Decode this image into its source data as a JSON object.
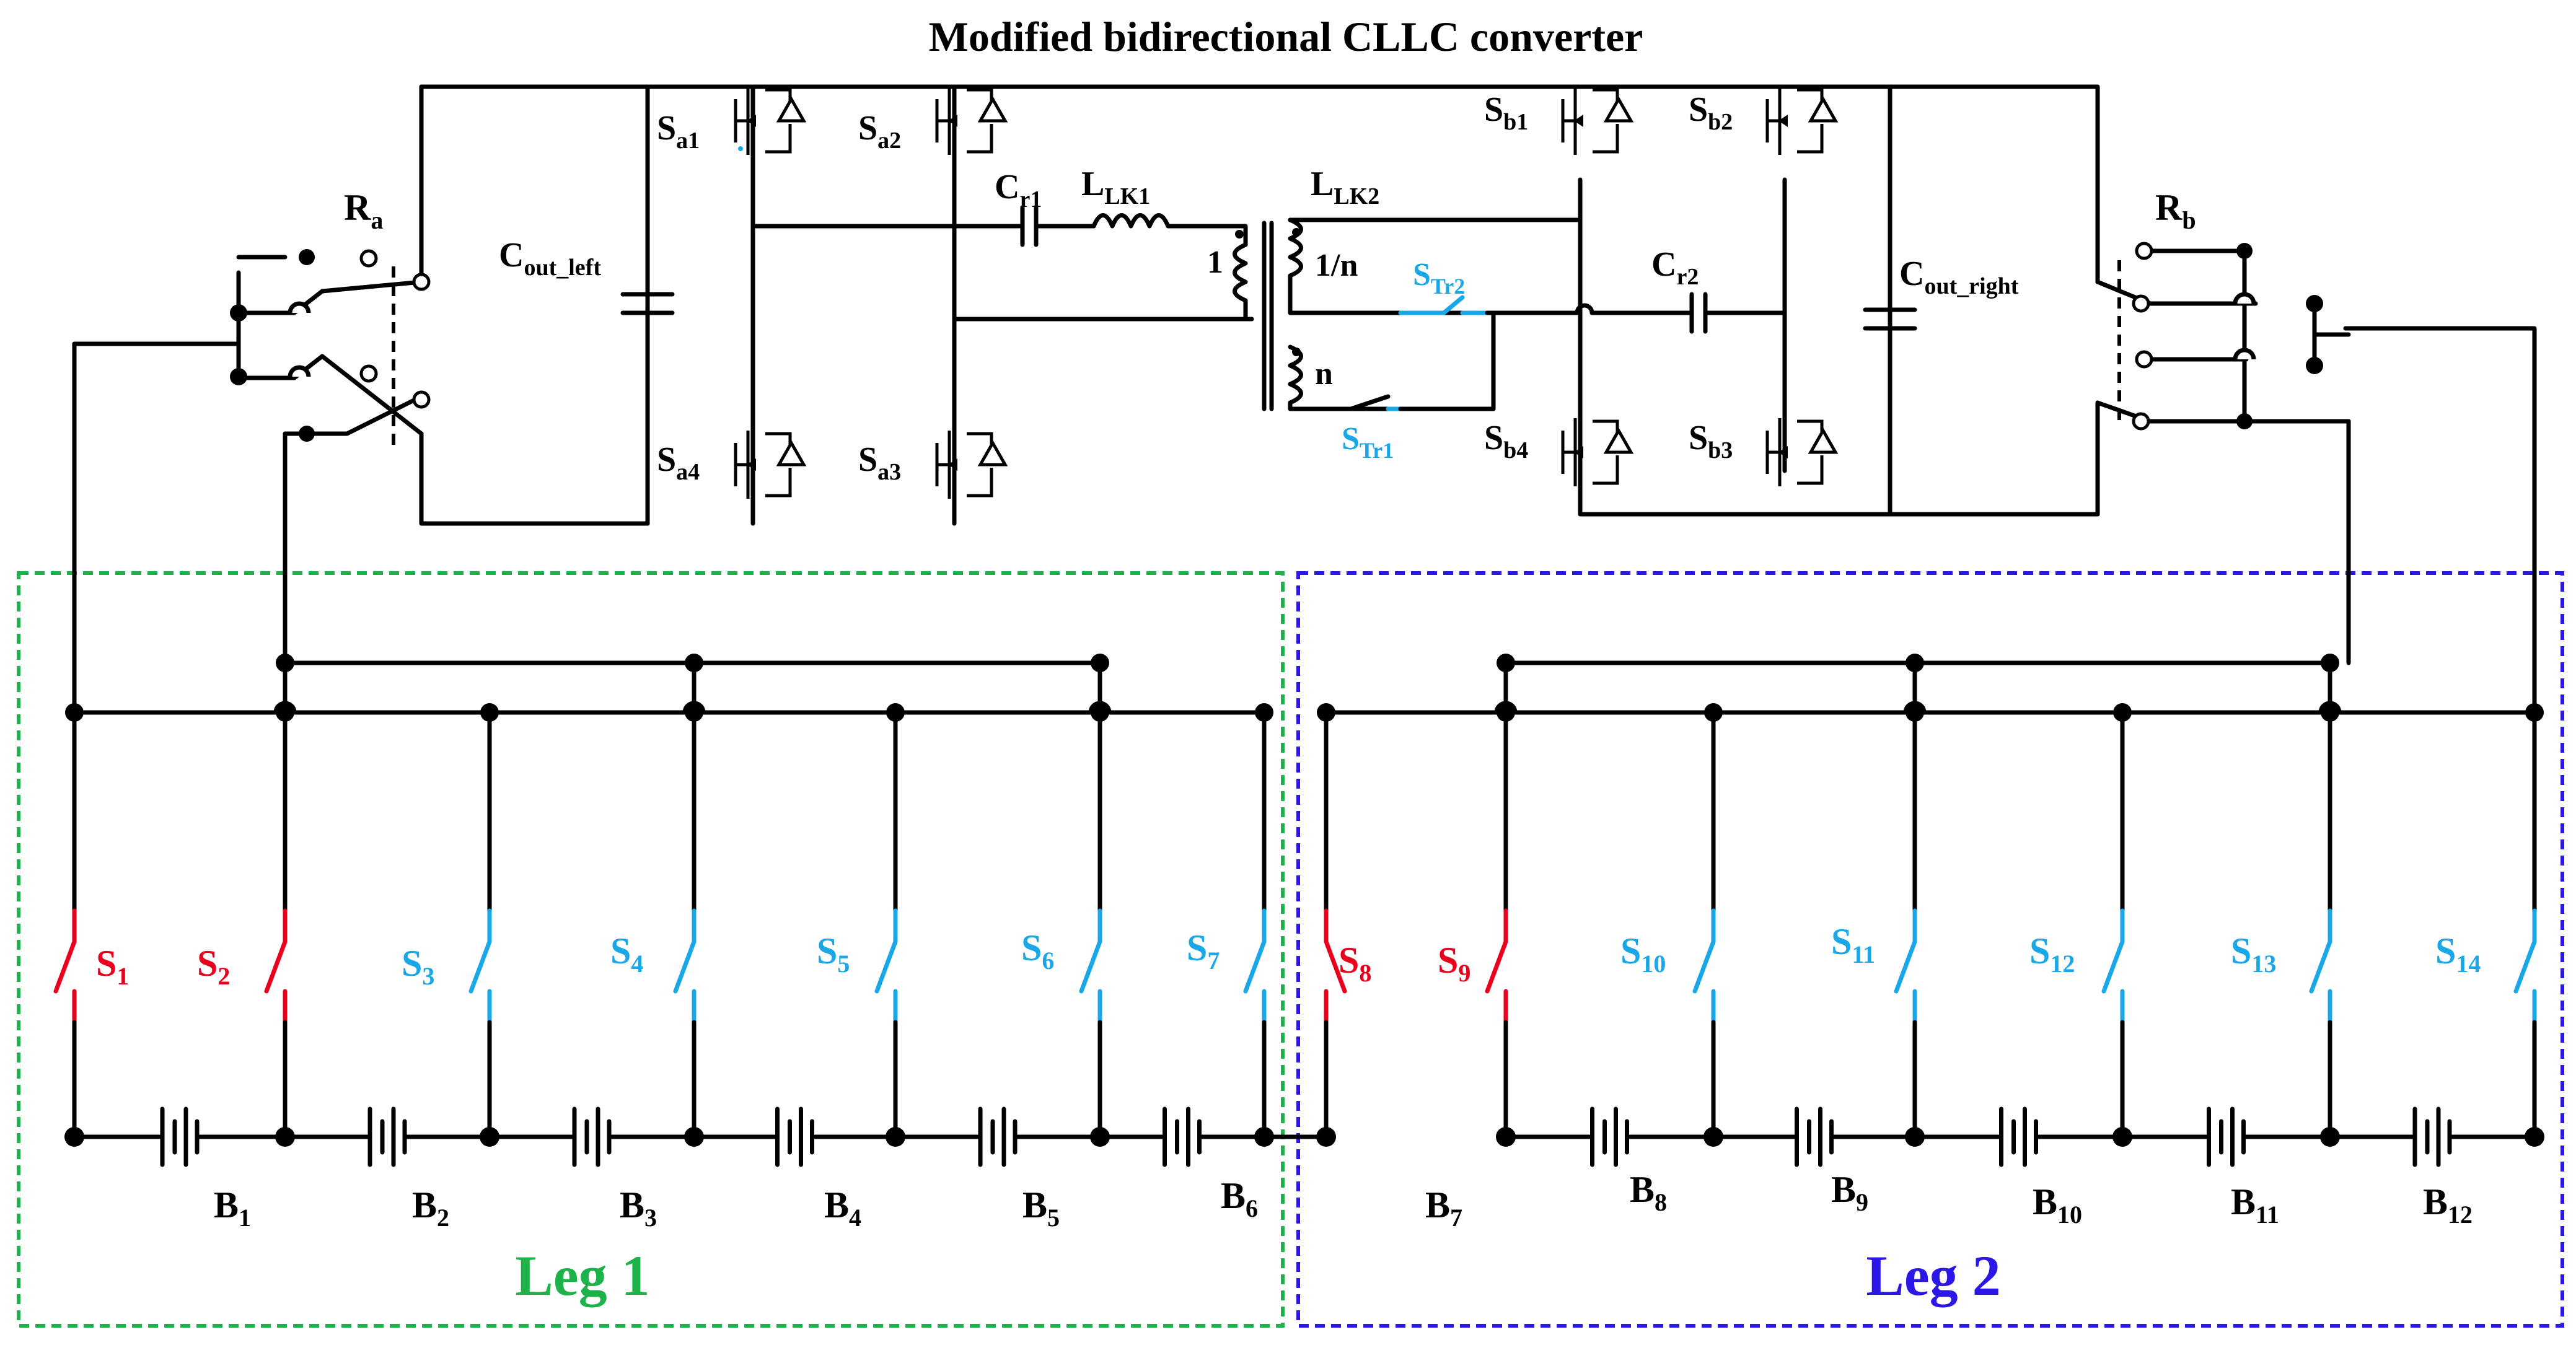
{
  "title": "Modified bidirectional  CLLC converter",
  "colors": {
    "red": "#e8001c",
    "cyan": "#1aa7e8",
    "green": "#1db34a",
    "blue": "#2b18e6",
    "black": "#000000"
  },
  "converter": {
    "relay_a": {
      "base": "R",
      "sub": "a"
    },
    "relay_b": {
      "base": "R",
      "sub": "b"
    },
    "cout_left": {
      "base": "C",
      "sub": "out_left"
    },
    "cout_right": {
      "base": "C",
      "sub": "out_right"
    },
    "switches_left": [
      {
        "base": "S",
        "sub": "a1"
      },
      {
        "base": "S",
        "sub": "a2"
      },
      {
        "base": "S",
        "sub": "a4"
      },
      {
        "base": "S",
        "sub": "a3"
      }
    ],
    "switches_right": [
      {
        "base": "S",
        "sub": "b1"
      },
      {
        "base": "S",
        "sub": "b2"
      },
      {
        "base": "S",
        "sub": "b4"
      },
      {
        "base": "S",
        "sub": "b3"
      }
    ],
    "cr1": {
      "base": "C",
      "sub": "r1"
    },
    "cr2": {
      "base": "C",
      "sub": "r2"
    },
    "llk1": {
      "base": "L",
      "sub": "LK1"
    },
    "llk2": {
      "base": "L",
      "sub": "LK2"
    },
    "ratio_primary": "1",
    "ratio_secondary_1": "1/n",
    "ratio_secondary_2": "n",
    "str1": {
      "base": "S",
      "sub": "Tr1"
    },
    "str2": {
      "base": "S",
      "sub": "Tr2"
    }
  },
  "legs": [
    {
      "label": "Leg 1",
      "color": "#1db34a"
    },
    {
      "label": "Leg 2",
      "color": "#2b18e6"
    }
  ],
  "battery_switches": [
    {
      "base": "S",
      "sub": "1",
      "color": "red"
    },
    {
      "base": "S",
      "sub": "2",
      "color": "red"
    },
    {
      "base": "S",
      "sub": "3",
      "color": "cyan"
    },
    {
      "base": "S",
      "sub": "4",
      "color": "cyan"
    },
    {
      "base": "S",
      "sub": "5",
      "color": "cyan"
    },
    {
      "base": "S",
      "sub": "6",
      "color": "cyan"
    },
    {
      "base": "S",
      "sub": "7",
      "color": "cyan"
    },
    {
      "base": "S",
      "sub": "8",
      "color": "red"
    },
    {
      "base": "S",
      "sub": "9",
      "color": "red"
    },
    {
      "base": "S",
      "sub": "10",
      "color": "cyan"
    },
    {
      "base": "S",
      "sub": "11",
      "color": "cyan"
    },
    {
      "base": "S",
      "sub": "12",
      "color": "cyan"
    },
    {
      "base": "S",
      "sub": "13",
      "color": "cyan"
    },
    {
      "base": "S",
      "sub": "14",
      "color": "cyan"
    }
  ],
  "batteries": [
    {
      "base": "B",
      "sub": "1"
    },
    {
      "base": "B",
      "sub": "2"
    },
    {
      "base": "B",
      "sub": "3"
    },
    {
      "base": "B",
      "sub": "4"
    },
    {
      "base": "B",
      "sub": "5"
    },
    {
      "base": "B",
      "sub": "6"
    },
    {
      "base": "B",
      "sub": "7"
    },
    {
      "base": "B",
      "sub": "8"
    },
    {
      "base": "B",
      "sub": "9"
    },
    {
      "base": "B",
      "sub": "10"
    },
    {
      "base": "B",
      "sub": "11"
    },
    {
      "base": "B",
      "sub": "12"
    }
  ]
}
